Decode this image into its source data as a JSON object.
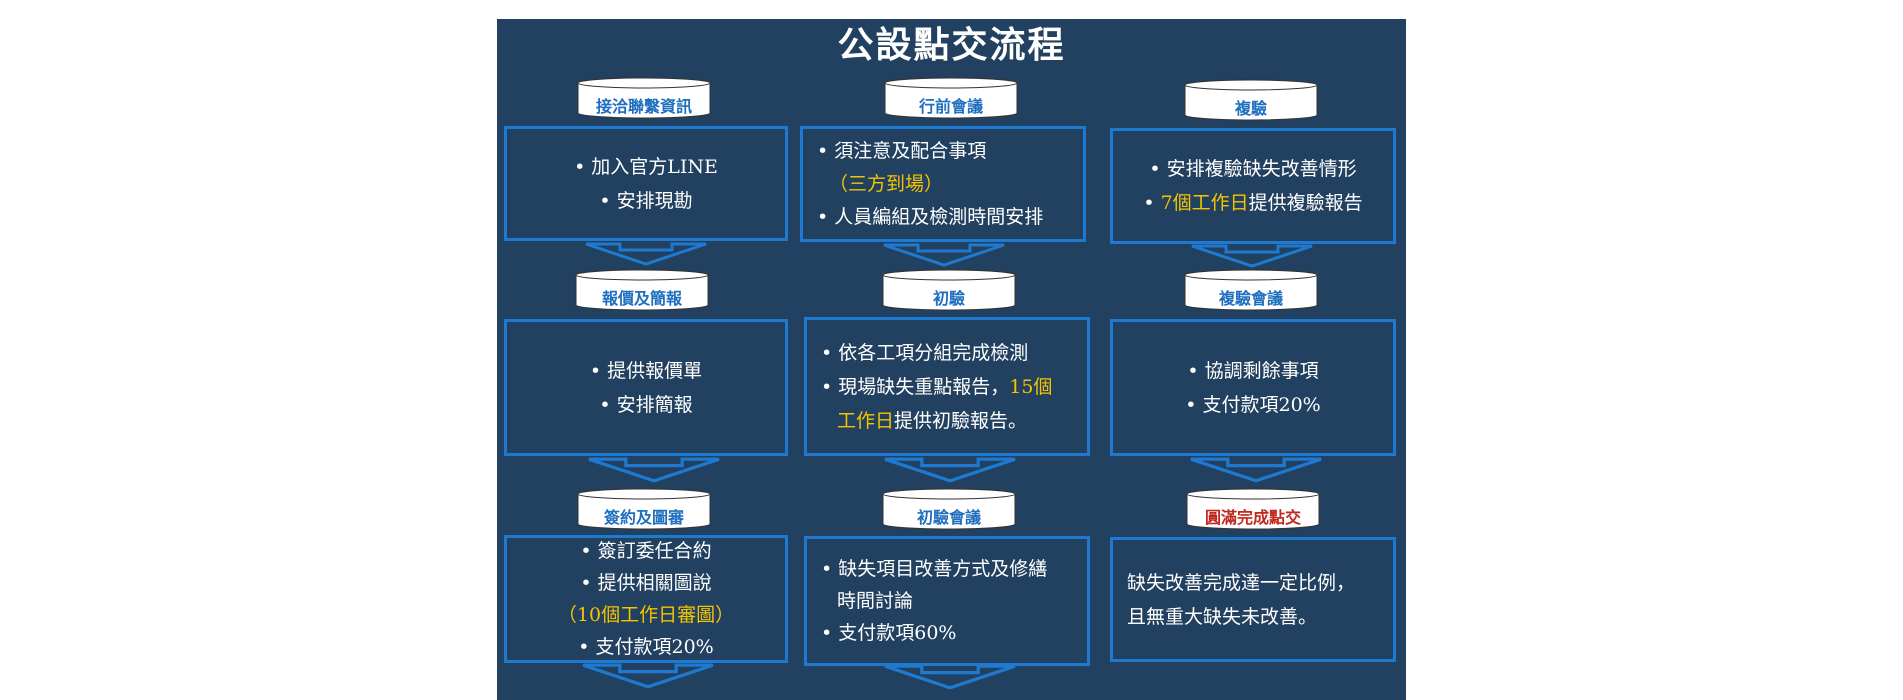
{
  "title": "公設點交流程",
  "steps": [
    {
      "label": "接洽聯繫資訊",
      "items": [
        "• 加入官方LINE",
        "• 安排現勘"
      ]
    },
    {
      "label": "行前會議",
      "items": [
        "• 須注意及配合事項",
        "（三方到場）",
        "• 人員編組及檢測時間安排"
      ]
    },
    {
      "label": "複驗",
      "items": [
        "• 安排複驗缺失改善情形",
        "7個工作日",
        "提供複驗報告"
      ]
    },
    {
      "label": "報價及簡報",
      "items": [
        "• 提供報價單",
        "• 安排簡報"
      ]
    },
    {
      "label": "初驗",
      "items": [
        "• 依各工項分組完成檢測",
        "• 現場缺失重點報告，",
        "15個",
        "工作日",
        "提供初驗報告。"
      ]
    },
    {
      "label": "複驗會議",
      "items": [
        "• 協調剩餘事項",
        "• 支付款項20%"
      ]
    },
    {
      "label": "簽約及圖審",
      "items": [
        "• 簽訂委任合約",
        "• 提供相關圖說",
        "（10個工作日審圖）",
        "• 支付款項20%"
      ]
    },
    {
      "label": "初驗會議",
      "items": [
        "• 缺失項目改善方式及修繕",
        "時間討論",
        "• 支付款項60%"
      ]
    },
    {
      "label": "圓滿完成點交",
      "items": [
        "缺失改善完成達一定比例，",
        "且無重大缺失未改善。"
      ]
    }
  ],
  "colors": {
    "background": "#22405f",
    "border": "#1e7ad0",
    "highlight": "#f5c400",
    "final": "#c0281e"
  }
}
